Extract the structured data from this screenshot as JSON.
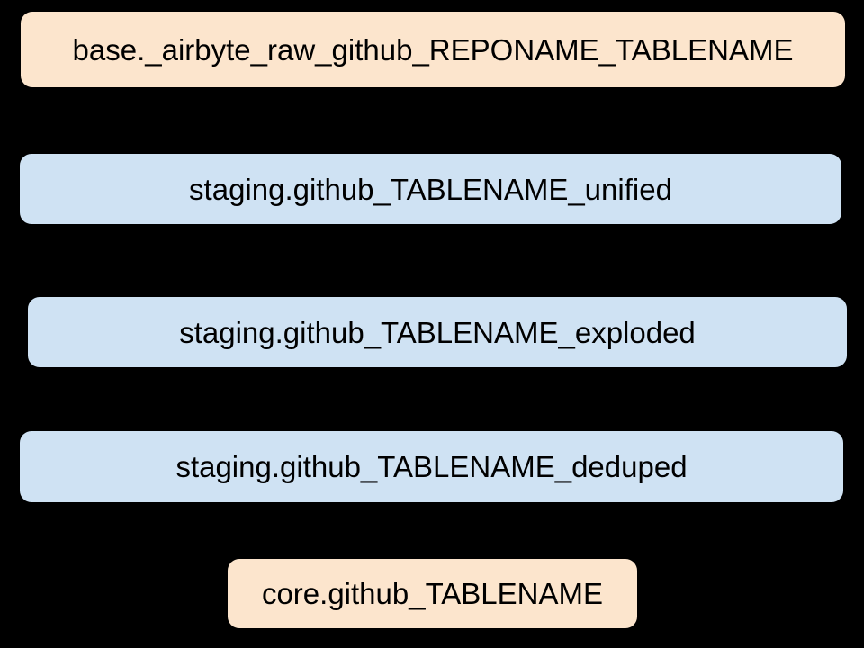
{
  "canvas": {
    "background": "#000000",
    "text_color": "#000000",
    "raw_table_fill": "#fce5cd",
    "staging_table_fill": "#cfe2f3"
  },
  "diagram": {
    "description": "Data pipeline table lineage diagram with five rounded rectangle nodes, no connectors",
    "nodes": [
      {
        "id": "base-raw",
        "label": "base._airbyte_raw_github_REPONAME_TABLENAME",
        "fill": "#fce5cd"
      },
      {
        "id": "staging-unified",
        "label": "staging.github_TABLENAME_unified",
        "fill": "#cfe2f3"
      },
      {
        "id": "staging-exploded",
        "label": "staging.github_TABLENAME_exploded",
        "fill": "#cfe2f3"
      },
      {
        "id": "staging-deduped",
        "label": "staging.github_TABLENAME_deduped",
        "fill": "#cfe2f3"
      },
      {
        "id": "core",
        "label": "core.github_TABLENAME",
        "fill": "#fce5cd"
      }
    ]
  }
}
